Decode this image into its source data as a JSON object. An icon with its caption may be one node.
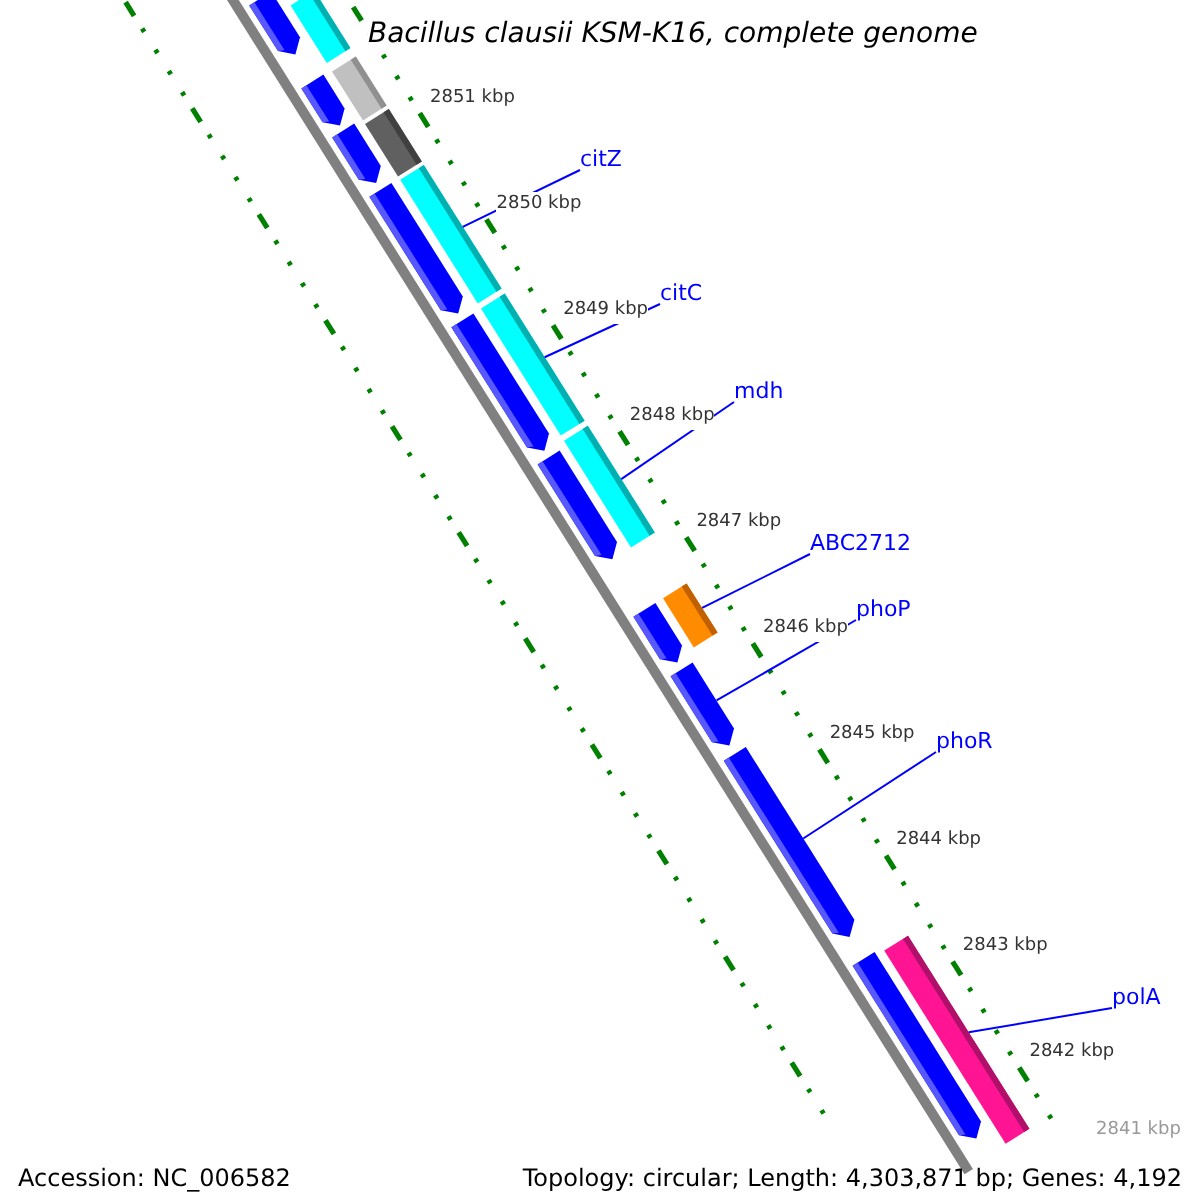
{
  "diagram": {
    "title": "Bacillus clausii KSM-K16, complete genome",
    "nodes": [
      {
        "text": [],
        "shape": "bar"
      },
      {
        "text": [],
        "shape": "arrow"
      },
      {
        "text": [],
        "shape": "bar"
      },
      {
        "text": [],
        "shape": "arrow"
      },
      {
        "text": [],
        "shape": "bar"
      },
      {
        "text": [],
        "shape": "arrow"
      },
      {
        "text": [
          "citZ"
        ]
      },
      {
        "text": [],
        "shape": "bar"
      },
      {
        "text": [],
        "shape": "arrow"
      },
      {
        "text": [],
        "shape": "bar"
      },
      {
        "text": [],
        "shape": "arrow"
      },
      {
        "text": [
          "citC"
        ]
      },
      {
        "text": [],
        "shape": "bar"
      },
      {
        "text": [],
        "shape": "arrow"
      },
      {
        "text": [
          "mdh"
        ]
      },
      {
        "text": [
          "ABC2712"
        ]
      },
      {
        "text": [],
        "shape": "bar"
      },
      {
        "text": [],
        "shape": "arrow"
      },
      {
        "text": [
          "phoP"
        ]
      },
      {
        "text": [],
        "shape": "arrow"
      },
      {
        "text": [],
        "shape": "arrow"
      },
      {
        "text": [
          "phoR"
        ]
      },
      {
        "text": [],
        "shape": "bar"
      },
      {
        "text": [],
        "shape": "arrow"
      },
      {
        "text": [
          "polA"
        ]
      }
    ],
    "edges": [
      {
        "from": 6,
        "to": 7,
        "arrow": "none"
      },
      {
        "from": 11,
        "to": 9,
        "arrow": "none"
      },
      {
        "from": 14,
        "to": 12,
        "arrow": "none"
      },
      {
        "from": 15,
        "to": 16,
        "arrow": "none"
      },
      {
        "from": 18,
        "to": 19,
        "arrow": "none"
      },
      {
        "from": 21,
        "to": 20,
        "arrow": "none"
      },
      {
        "from": 24,
        "to": 22,
        "arrow": "none"
      }
    ],
    "labels": [
      "2851 kbp",
      "2850 kbp",
      "2849 kbp",
      "2848 kbp",
      "2847 kbp",
      "2846 kbp",
      "2845 kbp",
      "2844 kbp",
      "2843 kbp",
      "2842 kbp",
      "2841 kbp",
      "Accession: NC_006582",
      "Topology: circular; Length: 4,303,871 bp; Genes: 4,192"
    ]
  }
}
